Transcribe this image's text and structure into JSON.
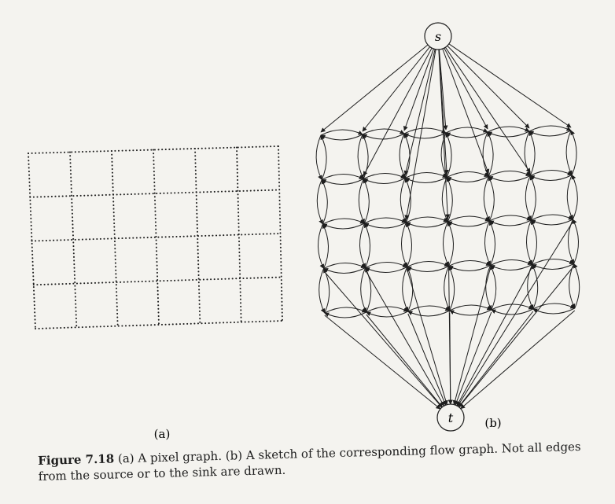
{
  "figure": {
    "panel_a_label": "(a)",
    "panel_b_label": "(b)",
    "source_label": "s",
    "sink_label": "t",
    "grid_rows": 4,
    "grid_cols": 6,
    "line_color": "#1e1e1e",
    "paper_color": "#f4f3ef"
  },
  "caption": {
    "figure_number": "Figure 7.18",
    "text": "(a) A pixel graph. (b) A sketch of the corresponding flow graph. Not all edges from the source or to the sink are drawn."
  }
}
